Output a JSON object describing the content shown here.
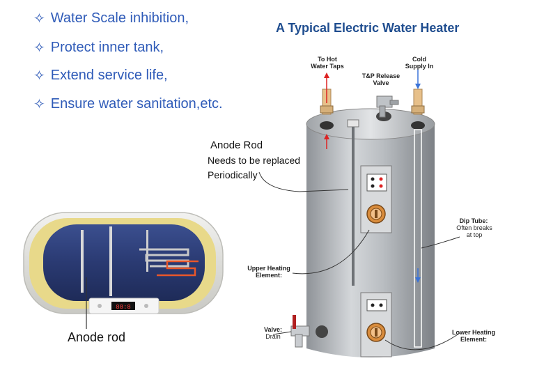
{
  "benefits": [
    {
      "icon": "sparkle-star-icon",
      "text": "Water Scale inhibition,"
    },
    {
      "icon": "sparkle-star-icon",
      "text": "Protect inner tank,"
    },
    {
      "icon": "sparkle-star-icon",
      "text": "Extend service life,"
    },
    {
      "icon": "sparkle-star-icon",
      "text": "Ensure water sanitation,etc."
    }
  ],
  "diagram": {
    "title": "A Typical Electric Water Heater",
    "hot_taps_line1": "To Hot",
    "hot_taps_line2": "Water Taps",
    "tp_valve_line1": "T&P Release",
    "tp_valve_line2": "Valve",
    "cold_line1": "Cold",
    "cold_line2": "Supply In",
    "anode_title": "Anode Rod",
    "anode_sub1": "Needs to be replaced",
    "anode_sub2": "Periodically",
    "dip_tube_title": "Dip Tube:",
    "dip_tube_sub1": "Often breaks",
    "dip_tube_sub2": "at top",
    "upper_line1": "Upper Heating",
    "upper_line2": "Element:",
    "valve_title": "Valve:",
    "valve_sub": "Drain",
    "lower_line1": "Lower Heating",
    "lower_line2": "Element:"
  },
  "cutaway": {
    "anode_label": "Anode rod",
    "display_value": "88:8"
  },
  "colors": {
    "bullet_text": "#2f5bb8",
    "title": "#1f4d8f",
    "tank_gray": "#a9adb2",
    "inner_tank": "#2e3f7a",
    "insulation": "#e8d98a"
  }
}
